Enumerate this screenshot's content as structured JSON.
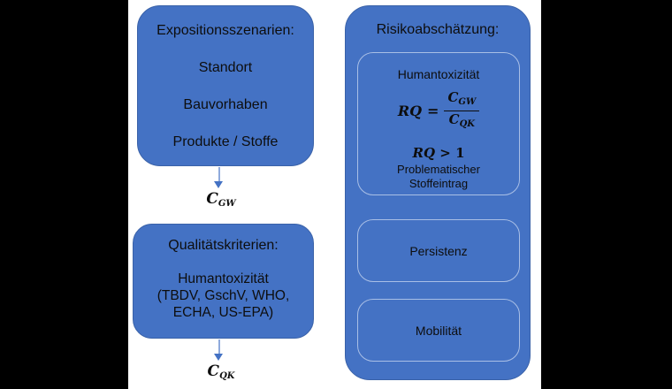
{
  "colors": {
    "page_background": "#000000",
    "slide_background": "#ffffff",
    "box_fill": "#4472C4",
    "box_border": "#3a62a8",
    "inner_card_border": "#a9bfe6",
    "arrow_line": "#8faadc",
    "arrow_head": "#4472C4",
    "text": "#0d0d0d"
  },
  "left": {
    "scenarios": {
      "title": "Expositionsszenarien:",
      "items": [
        "Standort",
        "Bauvorhaben",
        "Produkte / Stoffe"
      ]
    },
    "cgw": {
      "base": "C",
      "sub": "GW"
    },
    "quality": {
      "title": "Qualitätskriterien:",
      "lines": [
        "Humantoxizität",
        "(TBDV, GschV, WHO,",
        "ECHA, US-EPA)"
      ]
    },
    "cqk": {
      "base": "C",
      "sub": "QK"
    }
  },
  "right": {
    "title": "Risikoabschätzung:",
    "human": {
      "title": "Humantoxizität",
      "formula": {
        "lhs": "RQ",
        "equals": "=",
        "num_base": "C",
        "num_sub": "GW",
        "den_base": "C",
        "den_sub": "QK"
      },
      "condition": {
        "lhs": "RQ",
        "op": ">",
        "value": "1"
      },
      "note": [
        "Problematischer",
        "Stoffeintrag"
      ]
    },
    "persistenz": "Persistenz",
    "mobilitaet": "Mobilität"
  }
}
